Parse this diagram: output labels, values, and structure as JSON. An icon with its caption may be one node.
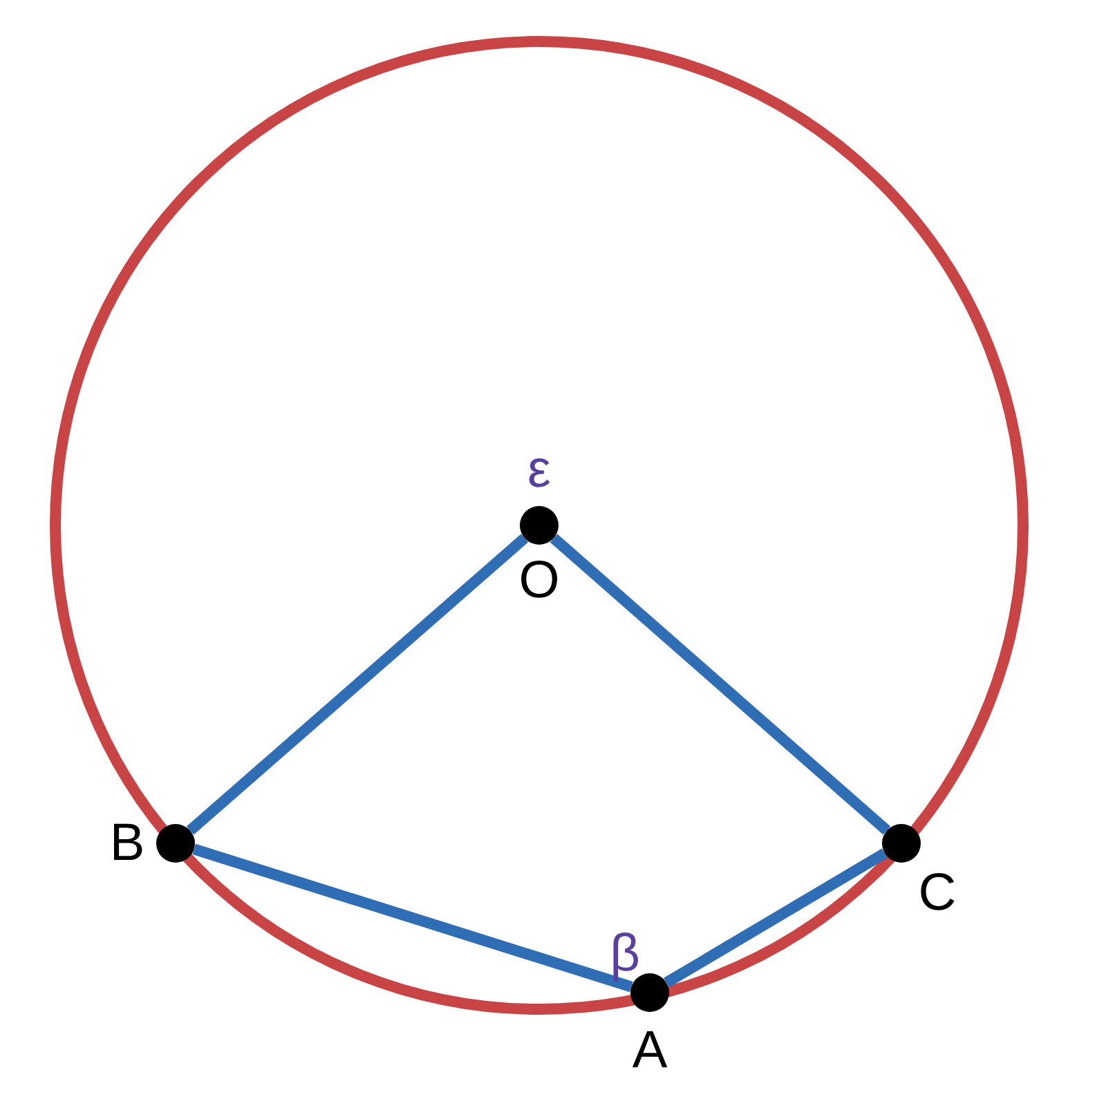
{
  "diagram": {
    "nodes": [
      {
        "text": [],
        "shape": "circle",
        "beside": [
          "ε",
          "O"
        ]
      },
      {
        "text": [],
        "shape": "circle",
        "beside": [
          "B"
        ]
      },
      {
        "text": [],
        "shape": "circle",
        "beside": [
          "C"
        ]
      },
      {
        "text": [],
        "shape": "circle",
        "beside": [
          "β",
          "A"
        ]
      }
    ],
    "edges": [
      {
        "from": 0,
        "to": 1,
        "arrow": "none"
      },
      {
        "from": 0,
        "to": 2,
        "arrow": "none"
      },
      {
        "from": 1,
        "to": 3,
        "arrow": "none"
      },
      {
        "from": 3,
        "to": 2,
        "arrow": "none"
      }
    ]
  }
}
